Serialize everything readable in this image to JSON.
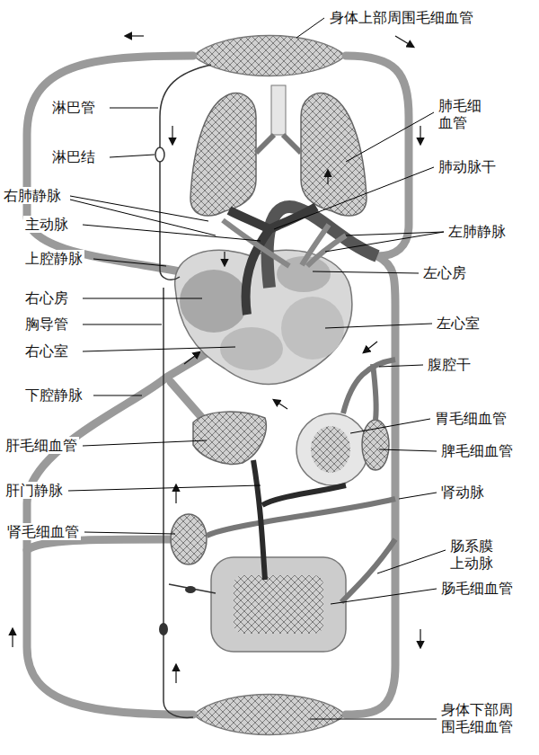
{
  "diagram": {
    "labels": [
      "身体上部周围毛细血管",
      "淋巴管",
      "肺毛细血管",
      "淋巴结",
      "肺动脉干",
      "右肺静脉",
      "左肺静脉",
      "主动脉",
      "上腔静脉",
      "左心房",
      "右心房",
      "左心室",
      "胸导管",
      "右心室",
      "腹腔干",
      "下腔静脉",
      "胃毛细血管",
      "肝毛细血管",
      "脾毛细血管",
      "肝门静脉",
      "肾动脉",
      "肾毛细血管",
      "肠系膜上动脉",
      "肠毛细血管",
      "身体下部周围毛细血管"
    ]
  }
}
